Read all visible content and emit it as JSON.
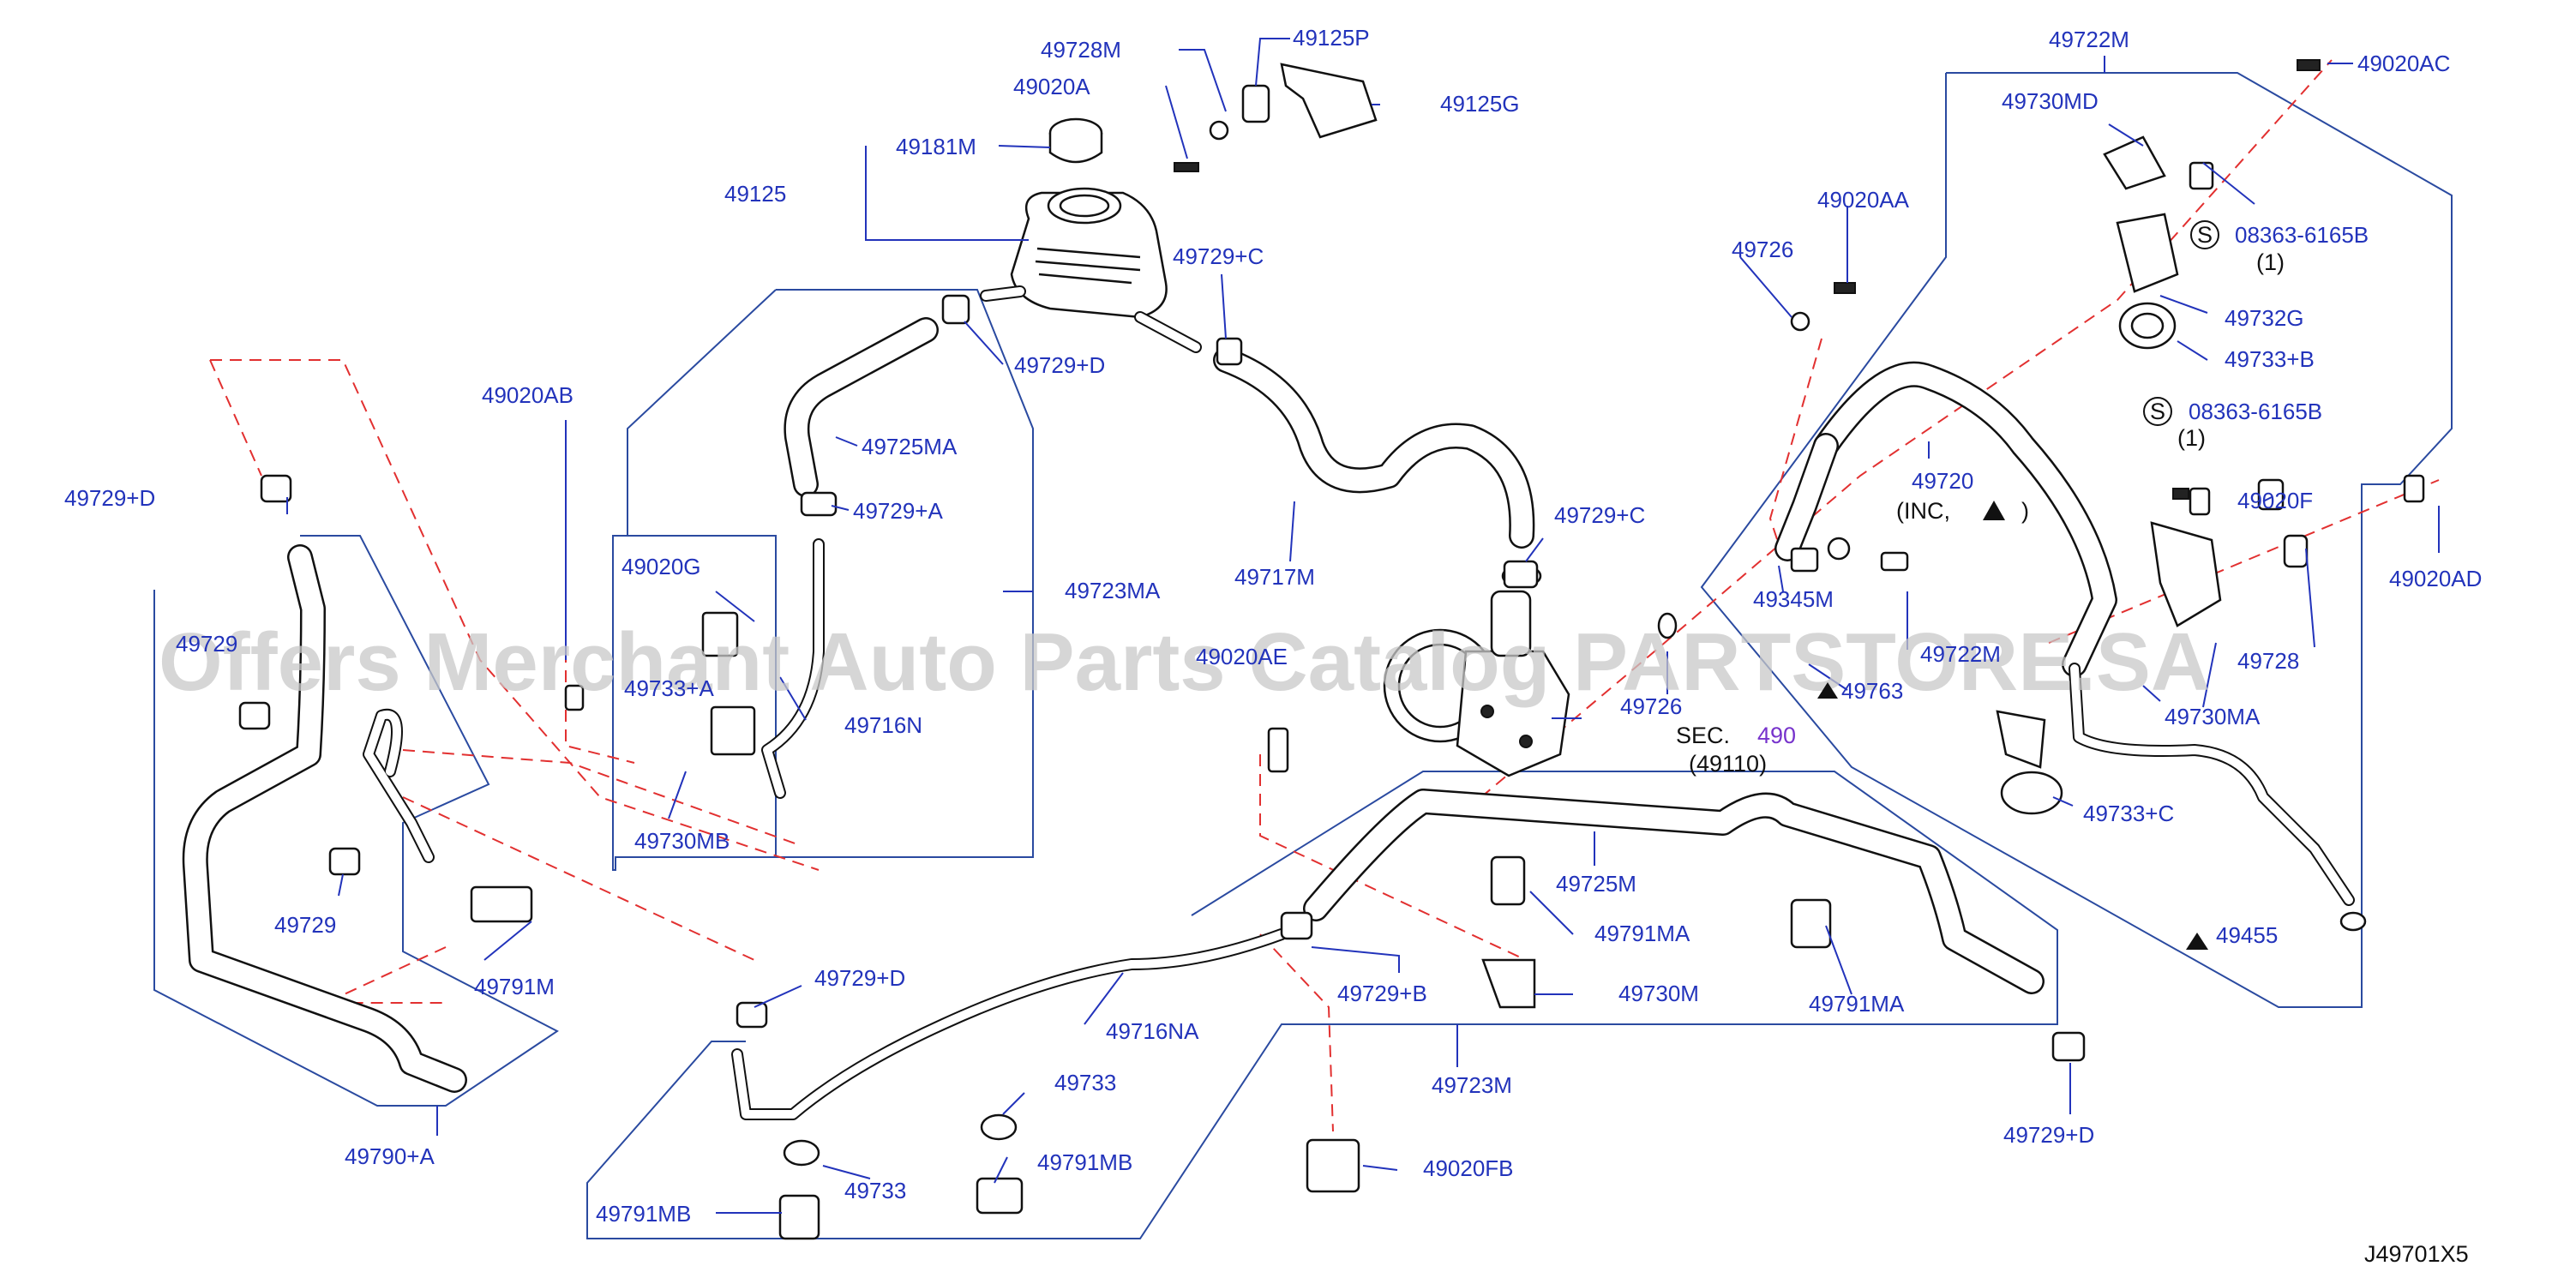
{
  "diagram": {
    "code": "J49701X5",
    "watermark": "Offers Merchant Auto Parts Catalog PARTSTORE.SA",
    "sec_ref": {
      "prefix": "SEC.",
      "number": "490",
      "sub": "(49110)"
    },
    "labels": {
      "p49728M": "49728M",
      "p49125P": "49125P",
      "p49020A": "49020A",
      "p49125G": "49125G",
      "p49181M": "49181M",
      "p49125": "49125",
      "p49729C_top": "49729+C",
      "p49729D_res": "49729+D",
      "p49725MA": "49725MA",
      "p49729A": "49729+A",
      "p49020AB": "49020AB",
      "p49729D_left": "49729+D",
      "p49020G": "49020G",
      "p49723MA": "49723MA",
      "p49717M": "49717M",
      "p49729C_pump": "49729+C",
      "p49729_left_clip": "49729",
      "p49733_upper": "49733+A",
      "p49716N": "49716N",
      "p49730MB": "49730MB",
      "p49729": "49729",
      "p49791M": "49791M",
      "p49790A": "49790+A",
      "p49729D_mid": "49729+D",
      "p49725M": "49725M",
      "p49791MA_center": "49791MA",
      "p49729B": "49729+B",
      "p49730M": "49730M",
      "p49716NA": "49716NA",
      "p49723M": "49723M",
      "p49791MA_right": "49791MA",
      "p49733_a": "49733",
      "p49733_b": "49733",
      "p49791MB_a": "49791MB",
      "p49791MB_b": "49791MB",
      "p49020FB": "49020FB",
      "p49722M": "49722M",
      "p49020AC": "49020AC",
      "p49730MD": "49730MD",
      "p08363_a": "08363-6165B",
      "qty_a": "(1)",
      "p49020AA": "49020AA",
      "p49726": "49726",
      "p49732G": "49732G",
      "p49733B": "49733+B",
      "p08363_b": "08363-6165B",
      "qty_b": "(1)",
      "p49720": "49720",
      "inc": "(INC,",
      "inc_close": ")",
      "p49020F": "49020F",
      "p49020AD": "49020AD",
      "p49345M": "49345M",
      "p49722M_low": "49722M",
      "p49728": "49728",
      "p49763": "49763",
      "p49730MA": "49730MA",
      "p49733C": "49733+C",
      "p49455": "49455",
      "p49729D_bottom": "49729+D",
      "p49726_pump": "49726",
      "p49020AE": "49020AE",
      "s_symbol": "S"
    }
  }
}
